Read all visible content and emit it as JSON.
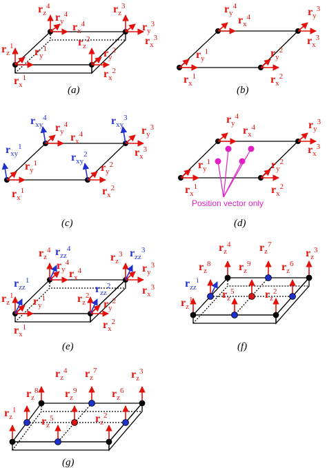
{
  "colors": {
    "red": "#e3110c",
    "blue": "#1f2fd0",
    "magenta": "#e020c4",
    "node_black": "#000000",
    "node_blue": "#1d31c9",
    "node_red": "#d81515"
  },
  "captions": {
    "a": "(a)",
    "b": "(b)",
    "c": "(c)",
    "d": "(d)",
    "e": "(e)",
    "f": "(f)",
    "g": "(g)"
  },
  "symbols": {
    "r": "r",
    "x": "x",
    "y": "y",
    "z": "z",
    "xy": "xy",
    "zz": "zz"
  },
  "indices": {
    "n1": "1",
    "n2": "2",
    "n3": "3",
    "n4": "4",
    "n5": "5",
    "n6": "6",
    "n7": "7",
    "n8": "8",
    "n9": "9",
    "ni": "i"
  },
  "annotation": {
    "position_vector_only": "Position vector only"
  }
}
